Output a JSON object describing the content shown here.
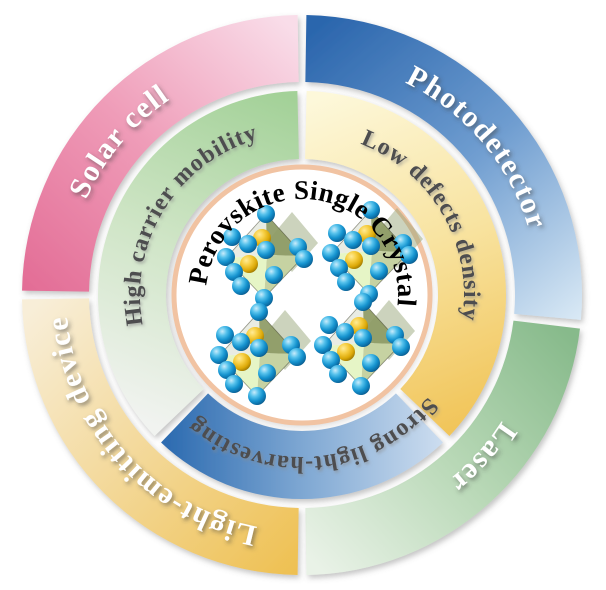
{
  "figure": {
    "type": "circular-concept-diagram",
    "center": {
      "title": "Perovskite Single Crystal",
      "ring_color": "#f1c3a2",
      "atoms": {
        "halide_color": "#1593cf",
        "cation_color": "#dca908"
      }
    },
    "inner_ring": {
      "text_color": "#4d4d4f",
      "segments": [
        {
          "label": "High carrier mobility",
          "gradient": [
            "#a3d198",
            "#cfe5c6",
            "#f1f3f0"
          ]
        },
        {
          "label": "Low defects density",
          "gradient": [
            "#fdf8da",
            "#f8e3a0",
            "#f1c55a"
          ]
        },
        {
          "label": "Strong light-harvesting",
          "gradient": [
            "#cbdcef",
            "#7fa8d3",
            "#2e6cb1"
          ]
        }
      ]
    },
    "outer_ring": {
      "text_color": "#ffffff",
      "segments": [
        {
          "label": "Solar cell",
          "gradient": [
            "#e36d96",
            "#ef9cb8",
            "#f9dde9"
          ]
        },
        {
          "label": "Photodetector",
          "gradient": [
            "#2b66ad",
            "#6f9dd0",
            "#dcebf6"
          ]
        },
        {
          "label": "Laser",
          "gradient": [
            "#87ba8b",
            "#b8d8b6",
            "#e9f2e7"
          ]
        },
        {
          "label": "Light-emitting device",
          "gradient": [
            "#eebf4e",
            "#f3d795",
            "#f8eed8"
          ]
        }
      ]
    }
  }
}
